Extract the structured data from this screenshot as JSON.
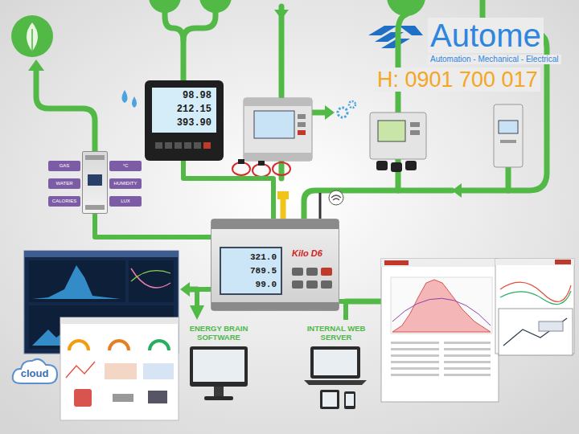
{
  "diagram": {
    "nodes": [
      {
        "text": [
          "GAS",
          "°C",
          "WATER",
          "HUMIDITY",
          "CALORIES",
          "LUX"
        ]
      },
      {
        "text": [
          "98.98",
          "212.15",
          "393.90"
        ]
      },
      {
        "text": [
          "321.0",
          "789.5",
          "99.0",
          "Kilo D6"
        ]
      },
      {
        "text": [
          "ENERGY BRAIN SOFTWARE"
        ]
      },
      {
        "text": [
          "INTERNAL WEB SERVER"
        ]
      },
      {
        "text": [
          "cloud"
        ]
      }
    ],
    "edges": [
      {
        "from": 0,
        "to": 2,
        "arrow": "none"
      },
      {
        "from": 1,
        "to": 2,
        "arrow": "none"
      },
      {
        "from": 2,
        "to": 3,
        "arrow": "to"
      },
      {
        "from": 2,
        "to": 4,
        "arrow": "none"
      }
    ],
    "labels": [
      "Autome",
      "Automation - Mechanical - Electrical",
      "H: 0901 700 017"
    ]
  }
}
